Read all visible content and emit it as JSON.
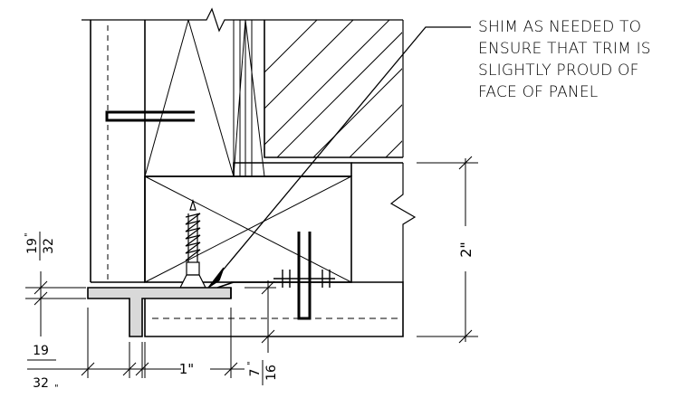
{
  "note": {
    "lines": [
      "SHIM AS NEEDED TO",
      "ENSURE THAT TRIM IS",
      "SLIGHTLY PROUD OF",
      "FACE OF PANEL"
    ]
  },
  "dimensions": {
    "top_left_num": "19",
    "top_left_den": "32",
    "bottom_left_num": "19",
    "bottom_left_den": "32",
    "bottom_width": "1\"",
    "bottom_right_num": "7",
    "bottom_right_den": "16",
    "right_height": "2\""
  },
  "colors": {
    "line": "#000000",
    "trim_fill": "#d9d9d9"
  }
}
